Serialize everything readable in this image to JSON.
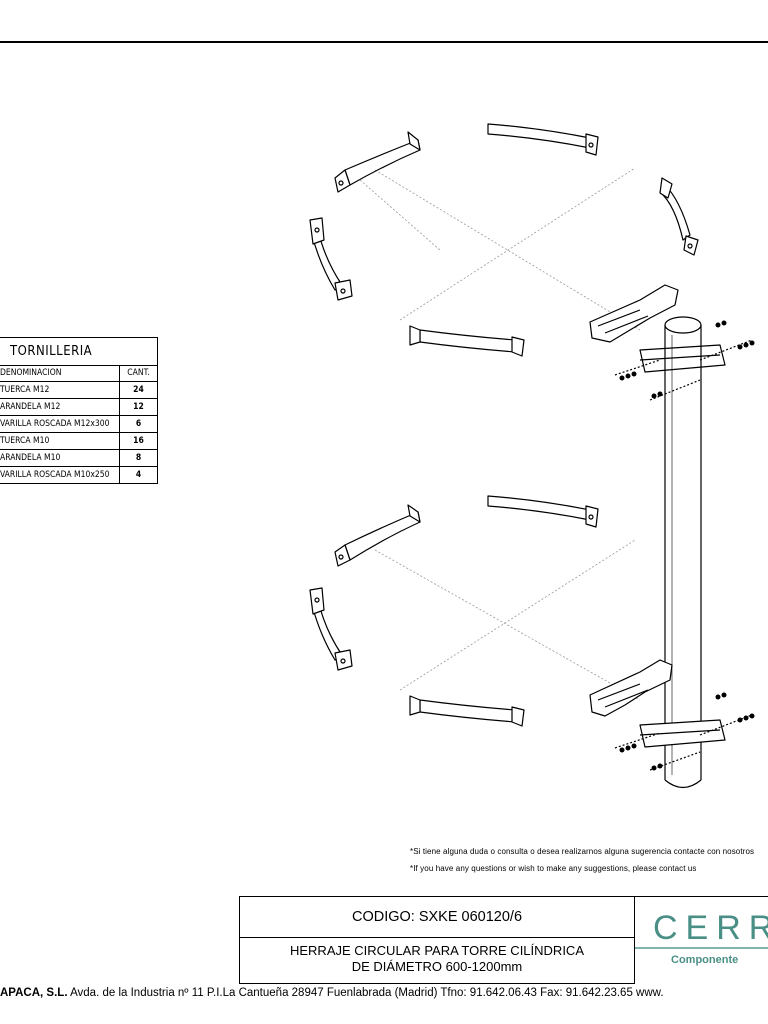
{
  "bolt_table": {
    "title": "TORNILLERIA",
    "header": [
      "DENOMINACION",
      "CANT."
    ],
    "rows": [
      {
        "name": "TUERCA M12",
        "qty": "24"
      },
      {
        "name": "ARANDELA M12",
        "qty": "12"
      },
      {
        "name": "VARILLA ROSCADA M12x300",
        "qty": "6"
      },
      {
        "name": "TUERCA M10",
        "qty": "16"
      },
      {
        "name": "ARANDELA M10",
        "qty": "8"
      },
      {
        "name": "VARILLA ROSCADA M10x250",
        "qty": "4"
      }
    ]
  },
  "notes": {
    "es": "*Si tiene alguna duda o consulta o desea realizarnos alguna sugerencia contacte con nosotros",
    "en": "*If you have any questions or wish to make any suggestions, please contact us"
  },
  "title_block": {
    "code": "CODIGO: SXKE 060120/6",
    "description_line1": "HERRAJE CIRCULAR PARA TORRE CILÍNDRICA",
    "description_line2": "DE DIÁMETRO 600-1200mm"
  },
  "logo": {
    "name": "CERR",
    "tagline": "Componente"
  },
  "footer": {
    "company": "APACA, S.L.",
    "address": " Avda. de la Industria nº 11 P.I.La Cantueña 28947 Fuenlabrada (Madrid) Tfno: 91.642.06.43  Fax: 91.642.23.65   www."
  },
  "colors": {
    "logo": "#4a8f86",
    "line": "#000000"
  }
}
